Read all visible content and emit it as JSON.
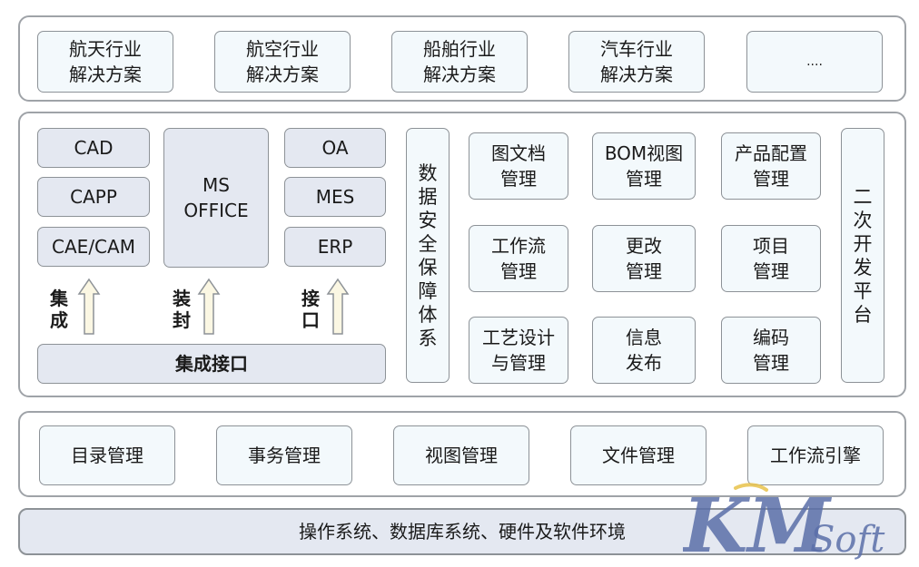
{
  "industry_layer": {
    "items": [
      {
        "text": "航天行业\n解决方案"
      },
      {
        "text": "航空行业\n解决方案"
      },
      {
        "text": "船舶行业\n解决方案"
      },
      {
        "text": "汽车行业\n解决方案"
      },
      {
        "text": "...."
      }
    ]
  },
  "app_layer": {
    "cad": "CAD",
    "capp": "CAPP",
    "cae_cam": "CAE/CAM",
    "ms_office": "MS\nOFFICE",
    "oa": "OA",
    "mes": "MES",
    "erp": "ERP",
    "label_integration": "集\n成",
    "label_wrap": "装\n封",
    "label_interface": "接\n口",
    "integration_interface": "集成接口",
    "data_security": "数\n据\n安\n全\n保\n障\n体\n系",
    "modules": [
      {
        "text": "图文档\n管理"
      },
      {
        "text": "BOM视图\n管理"
      },
      {
        "text": "产品配置\n管理"
      },
      {
        "text": "工作流\n管理"
      },
      {
        "text": "更改\n管理"
      },
      {
        "text": "项目\n管理"
      },
      {
        "text": "工艺设计\n与管理"
      },
      {
        "text": "信息\n发布"
      },
      {
        "text": "编码\n管理"
      }
    ],
    "secondary_dev": "二\n次\n开\n发\n平\n台"
  },
  "service_layer": {
    "items": [
      {
        "text": "目录管理"
      },
      {
        "text": "事务管理"
      },
      {
        "text": "视图管理"
      },
      {
        "text": "文件管理"
      },
      {
        "text": "工作流引擎"
      }
    ]
  },
  "base_layer": {
    "text": "操作系统、数据库系统、硬件及软件环境"
  },
  "logo": {
    "letters": "KM",
    "suffix": "Soft"
  },
  "colors": {
    "light_box": "#f3f9fc",
    "gray_box": "#e4e8f1",
    "border": "#8d9297",
    "logo_blue": "#5b6ea8",
    "logo_gold": "#e8c24a"
  }
}
